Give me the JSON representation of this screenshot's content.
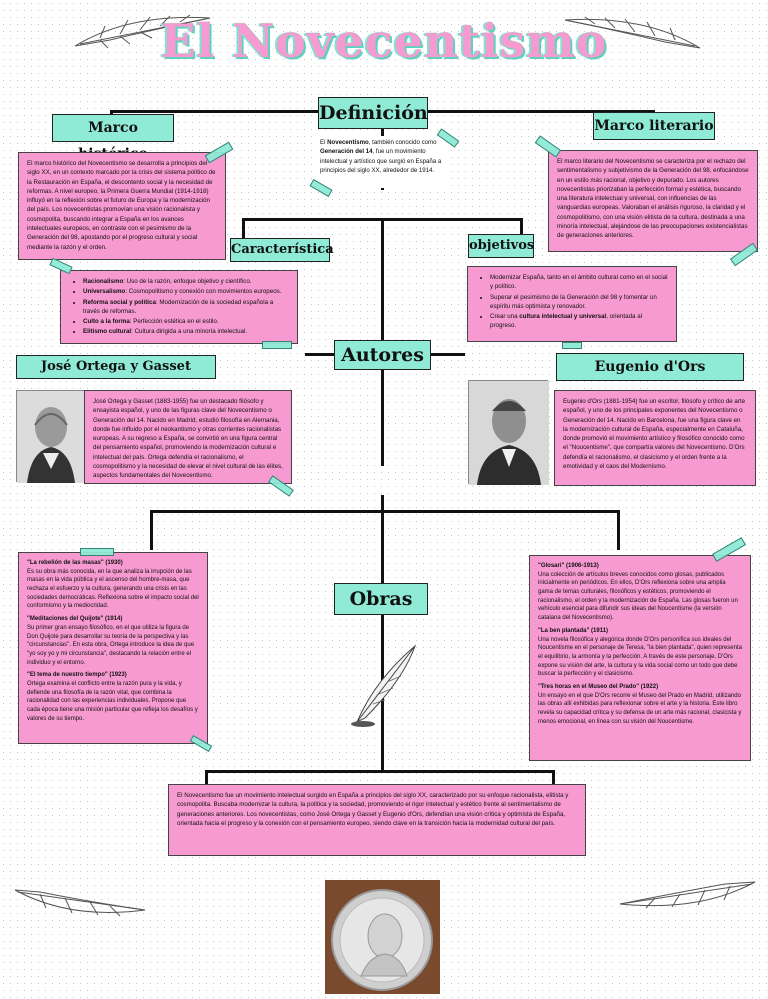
{
  "title": "El Novecentismo",
  "colors": {
    "accent_pink": "#f79ad2",
    "accent_mint": "#8fead6"
  },
  "definicion": {
    "heading": "Definición",
    "text_a": "El ",
    "text_b": "Novecentismo",
    "text_c": ", también conocido como ",
    "text_d": "Generación del 14",
    "text_e": ", fue un movimiento intelectual y artístico que surgió en España a principios del siglo XX, alrededor de 1914."
  },
  "marco_historico": {
    "heading": "Marco histórico",
    "text": "El marco histórico del Novecentismo se desarrolla a principios del siglo XX, en un contexto marcado por la crisis del sistema político de la Restauración en España, el descontento social y la necesidad de reformas. A nivel europeo, la Primera Guerra Mundial (1914-1918) influyó en la reflexión sobre el futuro de Europa y la modernización del país. Los novecentistas promovían una visión racionalista y cosmopolita, buscando integrar a España en los avances intelectuales europeos, en contraste con el pesimismo de la Generación del 98, apostando por el progreso cultural y social mediante la razón y el orden."
  },
  "marco_literario": {
    "heading": "Marco literario",
    "text": "El marco literario del Novecentismo se caracteriza por el rechazo del sentimentalismo y subjetivismo de la Generación del 98, enfocándose en un estilo más racional, objetivo y depurado. Los autores novecentistas priorizaban la perfección formal y estética, buscando una literatura intelectual y universal, con influencias de las vanguardias europeas. Valoraban el análisis riguroso, la claridad y el cosmopolitismo, con una visión elitista de la cultura, destinada a una minoría intelectual, alejándose de las preocupaciones existencialistas de generaciones anteriores."
  },
  "caracteristica": {
    "heading": "Característica",
    "items": [
      {
        "term": "Racionalismo",
        "desc": ": Uso de la razón, enfoque objetivo y científico."
      },
      {
        "term": "Universalismo",
        "desc": ": Cosmopolitismo y conexión con movimientos europeos."
      },
      {
        "term": "Reforma social y política",
        "desc": ": Modernización de la sociedad española a través de reformas."
      },
      {
        "term": "Culto a la forma",
        "desc": ": Perfección estética en el estilo."
      },
      {
        "term": "Elitismo cultural",
        "desc": ": Cultura dirigida a una minoría intelectual."
      }
    ]
  },
  "objetivos": {
    "heading": "objetivos",
    "items": [
      {
        "pre": "Modernizar España, tanto en el ámbito cultural como en el social y político.",
        "bold": "",
        "post": ""
      },
      {
        "pre": "Superar el pesimismo de la Generación del 98 y fomentar un espíritu más optimista y renovador.",
        "bold": "",
        "post": ""
      },
      {
        "pre": "Crear una ",
        "bold": "cultura intelectual y universal",
        "post": ", orientada al progreso."
      }
    ]
  },
  "autores": {
    "heading": "Autores"
  },
  "ortega": {
    "heading": "José Ortega y Gasset",
    "text": "José Ortega y Gasset (1883-1955) fue un destacado filósofo y ensayista español, y uno de las figuras clave del Novecentismo o Generación del 14. Nacido en Madrid, estudió filosofía en Alemania, donde fue influido por el neokantismo y otras corrientes racionalistas europeas. A su regreso a España, se convirtió en una figura central del pensamiento español, promoviendo la modernización cultural e intelectual del país. Ortega defendía el racionalismo, el cosmopolitismo y la necesidad de elevar el nivel cultural de las élites, aspectos fundamentales del Novecentismo."
  },
  "dors": {
    "heading": "Eugenio d'Ors",
    "text": "Eugenio d'Ors (1881-1954) fue un escritor, filósofo y crítico de arte español, y uno de los principales exponentes del Novecentismo o Generación del 14. Nacido en Barcelona, fue una figura clave en la modernización cultural de España, especialmente en Cataluña, donde promovió el movimiento artístico y filosófico conocido como el \"Noucentisme\", que compartía valores del Novecentismo. D'Ors defendía el racionalismo, el clasicismo y el orden frente a la emotividad y el caos del Modernismo."
  },
  "obras": {
    "heading": "Obras"
  },
  "obras_ortega": [
    {
      "title": "\"La rebelión de las masas\" (1930)",
      "text": "Es su obra más conocida, en la que analiza la irrupción de las masas en la vida pública y el ascenso del hombre-masa, que rechaza el esfuerzo y la cultura, generando una crisis en las sociedades democráticas. Reflexiona sobre el impacto social del conformismo y la mediocridad."
    },
    {
      "title": "\"Meditaciones del Quijote\" (1914)",
      "text": "Su primer gran ensayo filosófico, en el que utiliza la figura de Don Quijote para desarrollar su teoría de la perspectiva y las \"circunstancias\". En esta obra, Ortega introduce la idea de que \"yo soy yo y mi circunstancia\", destacando la relación entre el individuo y el entorno."
    },
    {
      "title": "\"El tema de nuestro tiempo\" (1923)",
      "text": "Ortega examina el conflicto entre la razón pura y la vida, y defiende una filosofía de la razón vital, que combina la racionalidad con las experiencias individuales. Propone que cada época tiene una misión particular que refleja los desafíos y valores de su tiempo."
    }
  ],
  "obras_dors": [
    {
      "title": "\"Glosari\" (1906-1913)",
      "text": "Una colección de artículos breves conocidos como glosas, publicados inicialmente en periódicos. En ellos, D'Ors reflexiona sobre una amplia gama de temas culturales, filosóficos y estéticos, promoviendo el racionalismo, el orden y la modernización de España. Las glosas fueron un vehículo esencial para difundir sus ideas del Noucentisme (la versión catalana del Novecentismo)."
    },
    {
      "title": "\"La ben plantada\" (1911)",
      "text": "Una novela filosófica y alegórica donde D'Ors personifica sus ideales del Noucentisme en el personaje de Teresa, \"la bien plantada\", quien representa el equilibrio, la armonía y la perfección. A través de este personaje, D'Ors expone su visión del arte, la cultura y la vida social como un todo que debe buscar la perfección y el clasicismo."
    },
    {
      "title": "\"Tres horas en el Museo del Prado\" (1922)",
      "text": "Un ensayo en el que D'Ors recorre el Museo del Prado en Madrid, utilizando las obras allí exhibidas para reflexionar sobre el arte y la historia. Este libro revela su capacidad crítica y su defensa de un arte más racional, clasicista y menos emocional, en línea con su visión del Noucentisme."
    }
  ],
  "conclusion": {
    "text": "El Novecentismo fue un movimiento intelectual surgido en España a principios del siglo XX, caracterizado por su enfoque racionalista, elitista y cosmopolita. Buscaba modernizar la cultura, la política y la sociedad, promoviendo el rigor intelectual y estético frente al sentimentalismo de generaciones anteriores. Los novecentistas, como José Ortega y Gasset y Eugenio d'Ors, defendían una visión crítica y optimista de España, orientada hacia el progreso y la conexión con el pensamiento europeo, siendo clave en la transición hacia la modernidad cultural del país."
  },
  "icons": [
    "feather-quill-icon",
    "quill-pen-icon",
    "portrait-ortega",
    "portrait-dors",
    "medallion-relief"
  ]
}
